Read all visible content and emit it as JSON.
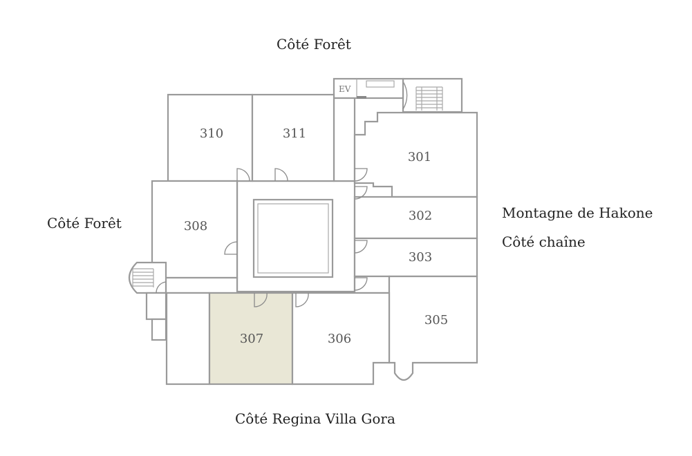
{
  "labels": {
    "top": "Côté Forêt",
    "left": "Côté Forêt",
    "right_line1": "Montagne de Hakone",
    "right_line2": "Côté chaîne",
    "bottom": "Côté Regina Villa Gora"
  },
  "elevator": "EV",
  "rooms": {
    "r301": "301",
    "r302": "302",
    "r303": "303",
    "r305": "305",
    "r306": "306",
    "r307": "307",
    "r308": "308",
    "r310": "310",
    "r311": "311"
  },
  "highlight": {
    "room": "307",
    "color": "#e9e7d6"
  },
  "colors": {
    "wall": "#9a9a9a",
    "background": "#ffffff"
  }
}
